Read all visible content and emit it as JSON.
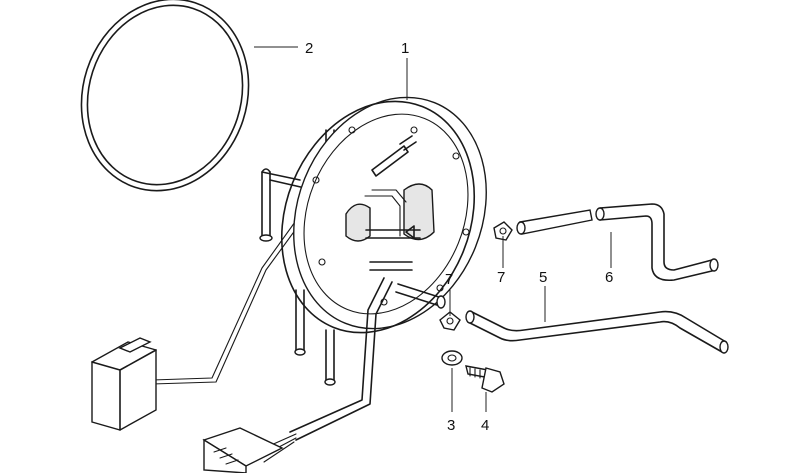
{
  "diagram": {
    "callouts": [
      {
        "id": "1",
        "label": "1"
      },
      {
        "id": "2",
        "label": "2"
      },
      {
        "id": "3",
        "label": "3"
      },
      {
        "id": "4",
        "label": "4"
      },
      {
        "id": "5",
        "label": "5"
      },
      {
        "id": "6",
        "label": "6"
      },
      {
        "id": "7a",
        "label": "7"
      },
      {
        "id": "7b",
        "label": "7"
      }
    ],
    "parts": [
      {
        "callout": "1",
        "icon": "fuel-level-sender-flange"
      },
      {
        "callout": "2",
        "icon": "seal-ring"
      },
      {
        "callout": "3",
        "icon": "washer"
      },
      {
        "callout": "4",
        "icon": "screw"
      },
      {
        "callout": "5",
        "icon": "bent-pipe"
      },
      {
        "callout": "6",
        "icon": "bent-hose"
      },
      {
        "callout": "7",
        "icon": "hose-clamp"
      }
    ]
  }
}
